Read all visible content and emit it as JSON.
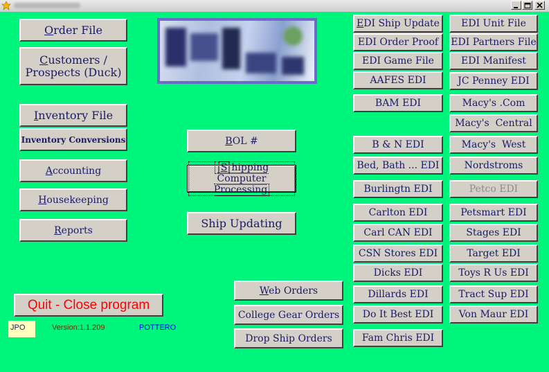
{
  "window": {
    "app_icon": "yellow-star-icon",
    "controls": [
      "minimize-icon",
      "maximize-icon",
      "close-icon"
    ]
  },
  "menu": {
    "order_file": [
      "",
      "O",
      "rder File"
    ],
    "customers": [
      "",
      "C",
      "ustomers / Prospects (Duck)"
    ],
    "inventory_file": [
      "",
      "I",
      "nventory File"
    ],
    "inventory_conversions": "Inventory Conversions",
    "accounting": [
      "",
      "A",
      "ccounting"
    ],
    "housekeeping": [
      "",
      "H",
      "ousekeeping"
    ],
    "reports": [
      "",
      "R",
      "eports"
    ]
  },
  "shipping": {
    "bol": [
      "",
      "B",
      "OL #"
    ],
    "computer_processing": [
      "",
      "S",
      "hipping Computer Processing"
    ],
    "ship_updating": "Ship Updating"
  },
  "orders": {
    "web_orders": [
      "",
      "W",
      "eb Orders"
    ],
    "college_gear": "College Gear Orders",
    "drop_ship": "Drop Ship Orders"
  },
  "edi_col1": {
    "ship_update": [
      "",
      "E",
      "DI Ship Update"
    ],
    "order_proof": "EDI Order Proof",
    "game_file": "EDI Game File",
    "aafes": "AAFES EDI",
    "bam": "BAM EDI",
    "bn": "B & N EDI",
    "bed_bath": "Bed, Bath ... EDI",
    "burlington": "Burlingtn EDI",
    "carlton": "Carlton EDI",
    "carl_can": "Carl CAN EDI",
    "csn": "CSN Stores EDI",
    "dicks": "Dicks EDI",
    "dillards": "Dillards EDI",
    "do_it_best": "Do It Best EDI",
    "fam_chris": "Fam Chris EDI"
  },
  "edi_col2": {
    "unit_file": "EDI Unit File",
    "partners_file": "EDI Partners File",
    "manifest": "EDI Manifest",
    "jc_penney": "JC Penney EDI",
    "macys_com": "Macy's .Com",
    "macys_central": "Macy's  Central",
    "macys_west": "Macy's  West",
    "nordstroms": "Nordstroms",
    "petco": "Petco EDI",
    "petsmart": "Petsmart EDI",
    "stages": "Stages EDI",
    "target": "Target EDI",
    "toys_r_us": "Toys R Us EDI",
    "tract_sup": "Tract Sup EDI",
    "von_maur": "Von Maur EDI"
  },
  "quit_label": "Quit - Close program",
  "status": {
    "user": "JPO",
    "version": "Version:1.1.209",
    "userid": "POTTERO"
  },
  "colors": {
    "background": "#00f57c",
    "button_face": "#d4d0c8",
    "button_text": "#1a1a66",
    "quit_text": "#ff0000",
    "disabled_text": "#8c8c8c"
  }
}
